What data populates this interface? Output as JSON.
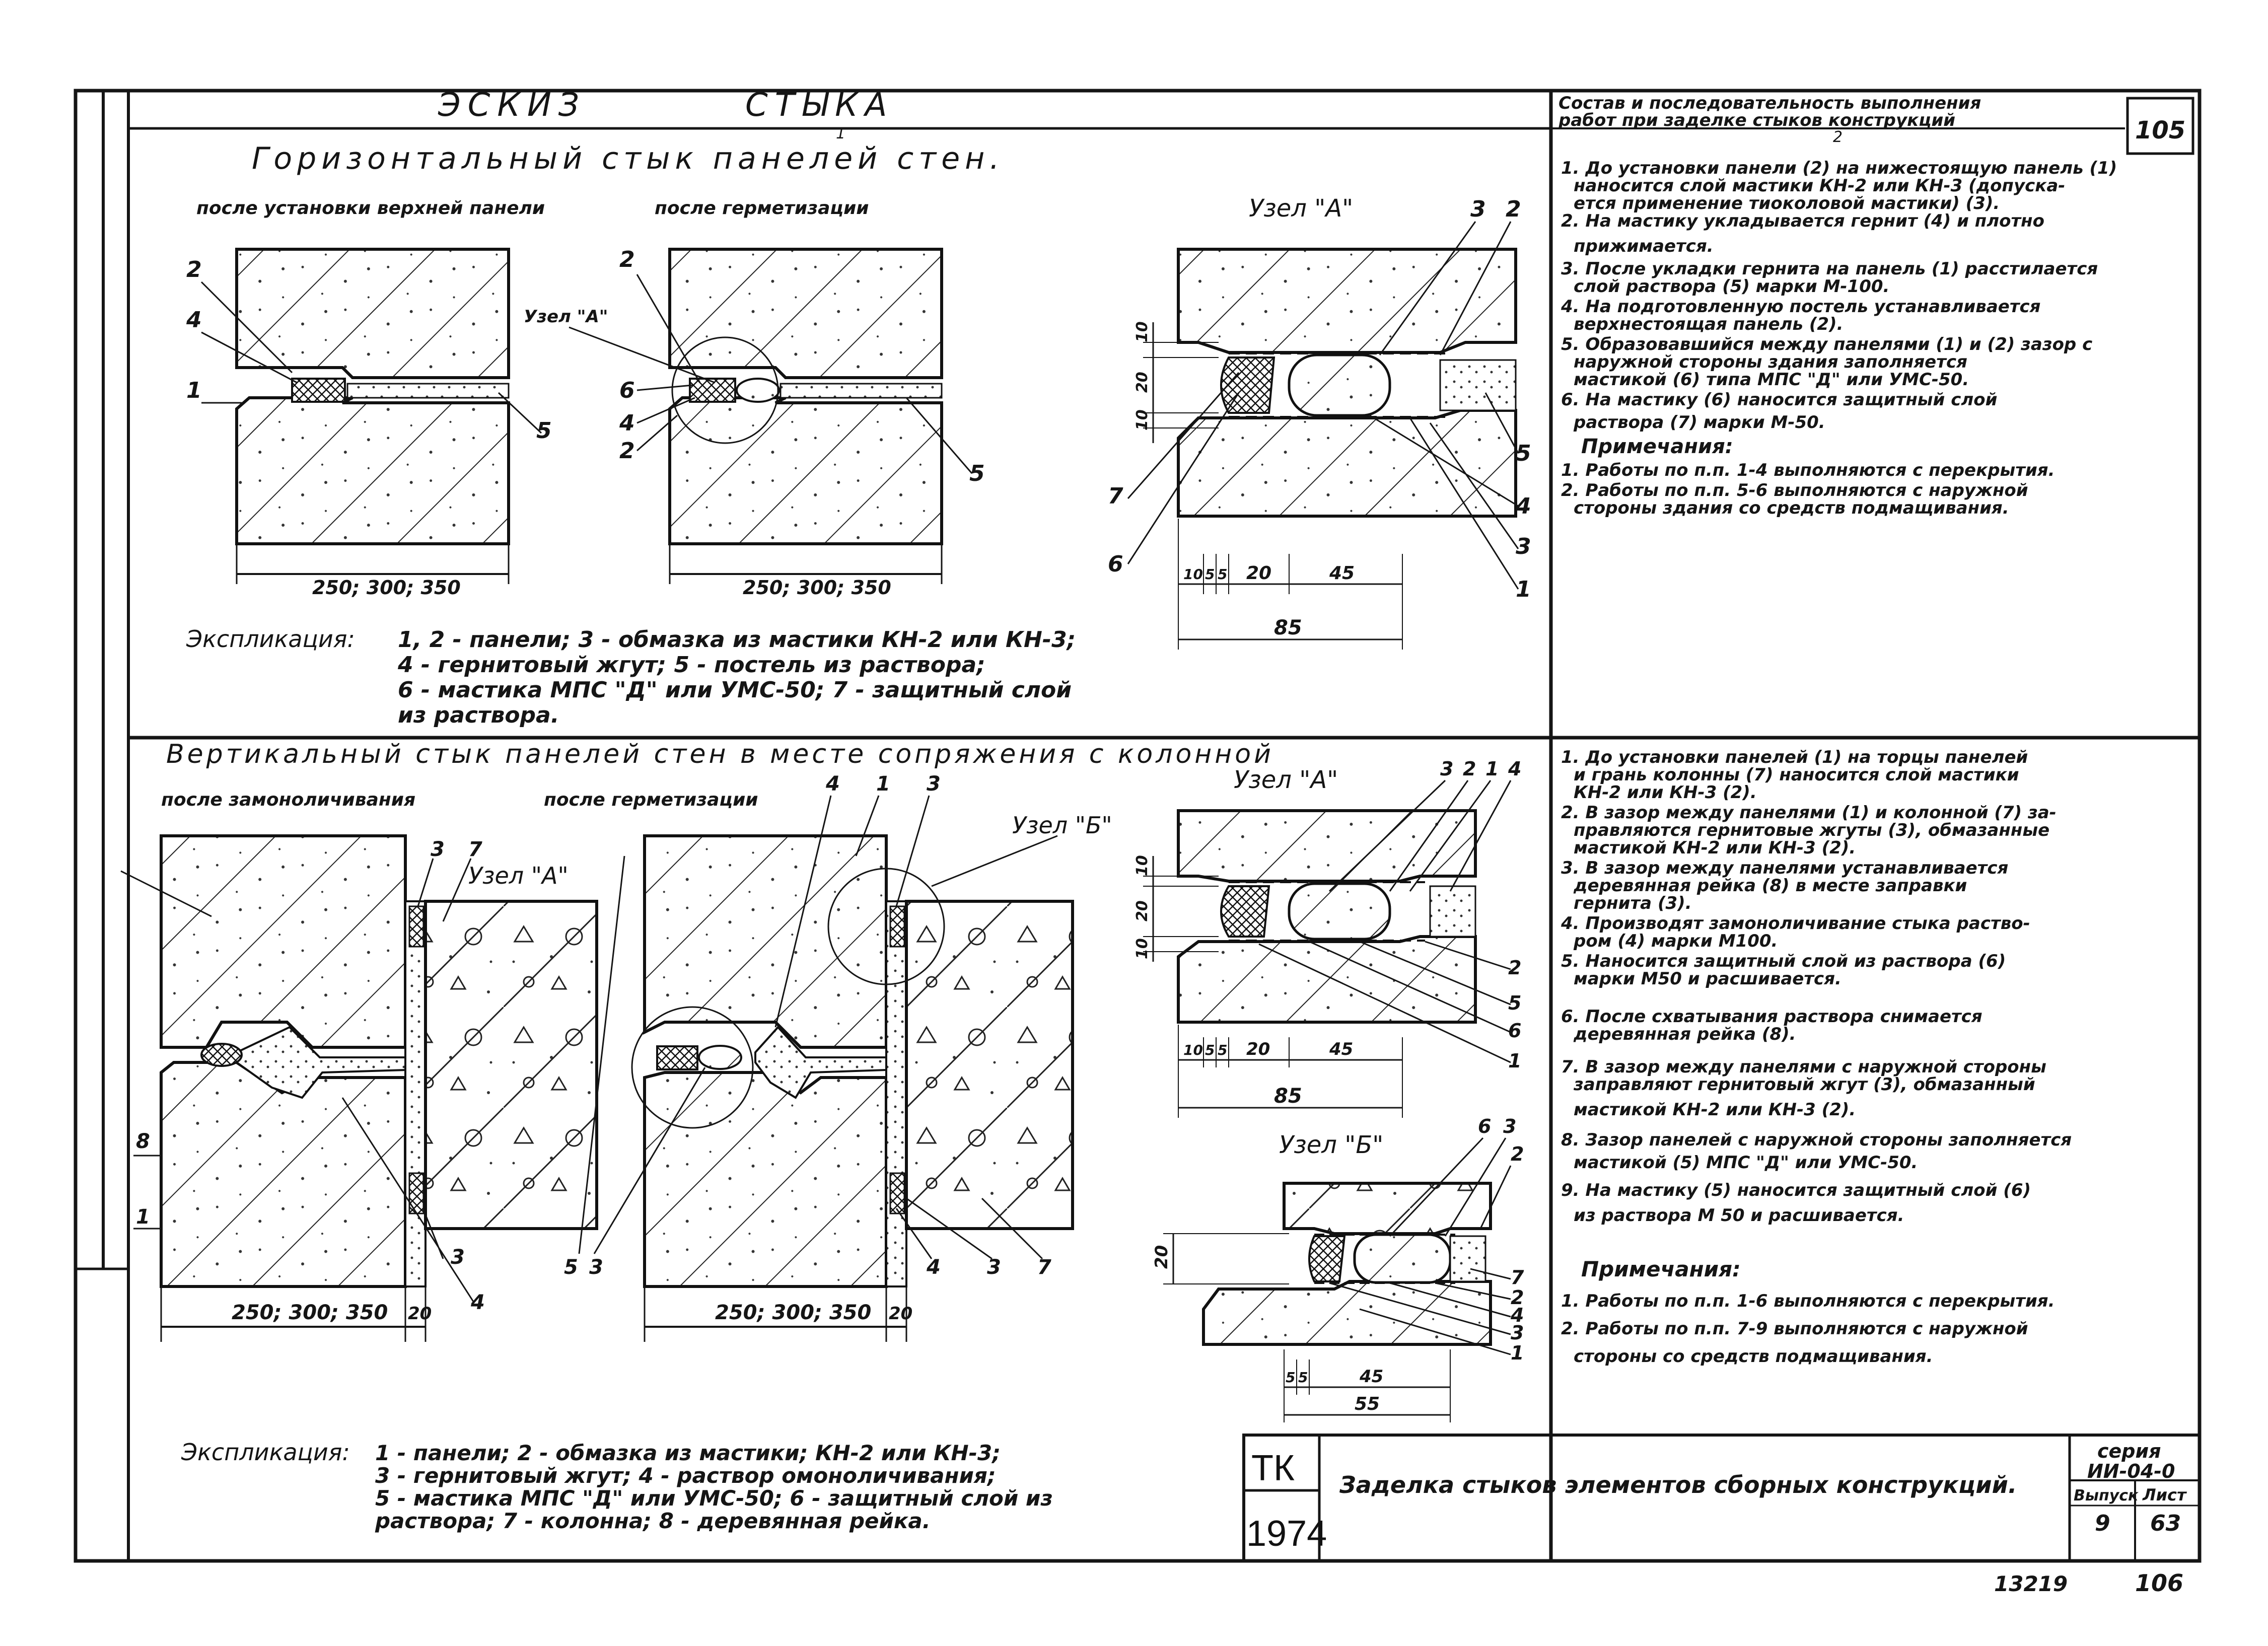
{
  "header": {
    "sketch_word": "ЭСКИЗ",
    "joint_word": "СТЫКА",
    "right_title_1": "Состав и последовательность выполнения",
    "right_title_2": "работ при заделке стыков конструкций",
    "page_badge": "105",
    "col1": "1",
    "col2": "2"
  },
  "horizontal": {
    "title": "Горизонтальный стык панелей стен.",
    "caption_left": "после установки верхней панели",
    "caption_mid": "после герметизации",
    "node_a": "Узел \"А\"",
    "node_a_small": "Узел \"А\"",
    "dim_width": "250; 300; 350",
    "d_10": "10",
    "d_20": "20",
    "d_5a": "5",
    "d_5b": "5",
    "d_45": "45",
    "d_85": "85",
    "v_10a": "10",
    "v_20": "20",
    "v_10b": "10",
    "markers": {
      "m1": "1",
      "m2": "2",
      "m3": "3",
      "m4": "4",
      "m5": "5",
      "m6": "6",
      "m7": "7"
    },
    "expl_label": "Экспликация:",
    "expl_1": "1, 2 - панели; 3 - обмазка из мастики КН-2 или КН-3;",
    "expl_2": "4 - гернитовый жгут; 5 - постель из раствора;",
    "expl_3": "6 - мастика МПС \"Д\" или УМС-50; 7 - защитный слой",
    "expl_4": "из раствора."
  },
  "steps_top": [
    "1. До установки панели (2) на нижестоящую панель (1)",
    "наносится слой мастики КН-2 или КН-3 (допуска-",
    "ется применение тиоколовой мастики) (3).",
    "2. На мастику укладывается гернит (4) и плотно",
    "прижимается.",
    "3. После укладки гернита на панель (1) расстилается",
    "слой раствора (5) марки М-100.",
    "4. На подготовленную постель устанавливается",
    "верхнестоящая панель (2).",
    "5. Образовавшийся между панелями (1) и (2) зазор с",
    "наружной стороны здания заполняется",
    "мастикой (6) типа МПС \"Д\" или УМС-50.",
    "6. На мастику (6) наносится защитный слой",
    "раствора (7) марки М-50."
  ],
  "notes_top": {
    "heading": "Примечания:",
    "n1": "1. Работы по п.п. 1-4 выполняются с перекрытия.",
    "n2": "2. Работы по п.п. 5-6 выполняются с наружной",
    "n3": "стороны здания со средств подмащивания."
  },
  "vertical": {
    "title": "Вертикальный стык панелей стен в месте сопряжения с колонной",
    "caption_left": "после замоноличивания",
    "caption_mid": "после герметизации",
    "node_a": "Узел \"А\"",
    "node_b": "Узел \"Б\"",
    "node_b_small": "Узел \"Б\"",
    "dim_width": "250; 300; 350",
    "dim_20": "20",
    "a_10": "10",
    "a_5a": "5",
    "a_5b": "5",
    "a_20": "20",
    "a_45": "45",
    "a_85": "85",
    "a_v10a": "10",
    "a_v20": "20",
    "a_v10b": "10",
    "b_5a": "5",
    "b_5b": "5",
    "b_45": "45",
    "b_55": "55",
    "b_v20": "20",
    "markers": {
      "m1": "1",
      "m2": "2",
      "m3": "3",
      "m4": "4",
      "m5": "5",
      "m6": "6",
      "m7": "7",
      "m8": "8"
    },
    "expl_label": "Экспликация:",
    "expl_1": "1 - панели; 2 - обмазка из мастики; КН-2 или КН-3;",
    "expl_2": "3 - гернитовый жгут; 4 - раствор омоноличивания;",
    "expl_3": "5 - мастика МПС \"Д\" или УМС-50; 6 - защитный слой из",
    "expl_4": "раствора; 7 - колонна; 8 - деревянная рейка."
  },
  "steps_bottom": [
    "1. До установки панелей (1) на торцы панелей",
    "и грань колонны (7) наносится слой мастики",
    "КН-2 или КН-3 (2).",
    "2. В зазор между панелями (1) и колонной (7) за-",
    "правляются гернитовые жгуты (3), обмазанные",
    "мастикой КН-2 или КН-3 (2).",
    "3. В зазор между панелями устанавливается",
    "деревянная рейка (8) в месте заправки",
    "гернита (3).",
    "4. Производят замоноличивание стыка раство-",
    "ром (4) марки М100.",
    "5. Наносится защитный слой из раствора (6)",
    "марки М50 и расшивается.",
    "6. После схватывания раствора снимается",
    "деревянная рейка (8).",
    "7. В зазор между панелями с наружной стороны",
    "заправляют гернитовый жгут (3), обмазанный",
    "мастикой КН-2 или КН-3 (2).",
    "8. Зазор панелей с наружной стороны заполняется",
    "мастикой (5) МПС \"Д\" или УМС-50.",
    "9. На мастику (5) наносится защитный слой (6)",
    "из раствора М 50 и расшивается."
  ],
  "notes_bottom": {
    "heading": "Примечания:",
    "n1": "1. Работы по п.п. 1-6 выполняются с перекрытия.",
    "n2": "2. Работы по п.п. 7-9 выполняются с наружной",
    "n3": "стороны со средств подмащивания."
  },
  "title_block": {
    "tk": "ТК",
    "year": "1974",
    "title": "Заделка стыков элементов сборных конструкций.",
    "series_label": "серия",
    "series_value": "ИИ-04-0",
    "issue_label": "Выпуск",
    "issue_value": "9",
    "sheet_label": "Лист",
    "sheet_value": "63"
  },
  "footer": {
    "number": "13219",
    "page": "106"
  }
}
